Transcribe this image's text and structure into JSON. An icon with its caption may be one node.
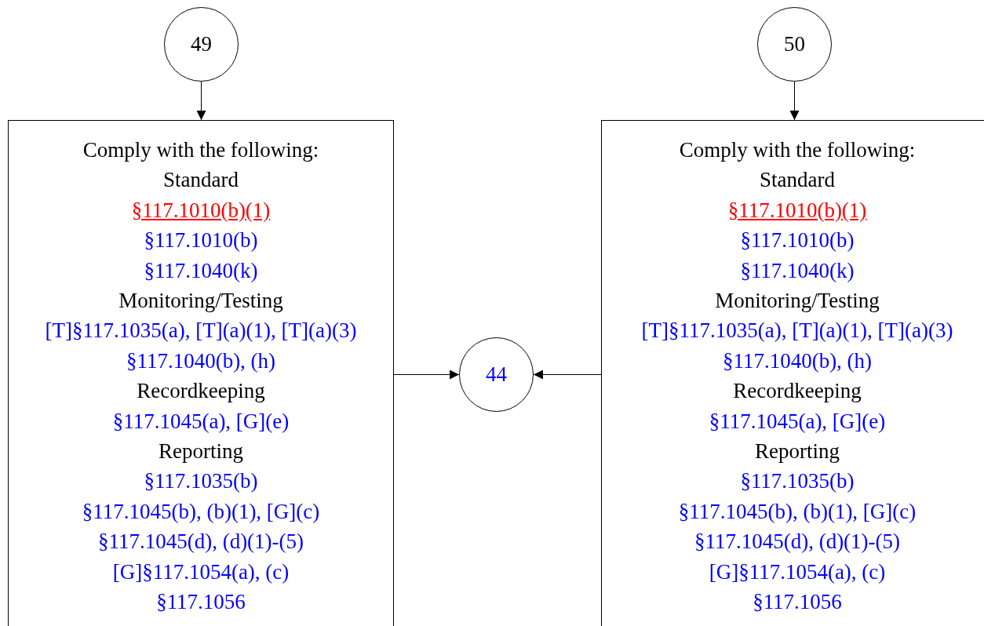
{
  "diagram": {
    "nodes": [
      {
        "text": [
          "49"
        ]
      },
      {
        "text": [
          "50"
        ]
      },
      {
        "text": [
          "Comply with the following:",
          "Standard",
          "§117.1010(b)(1)",
          "§117.1010(b)",
          "§117.1040(k)",
          "Monitoring/Testing",
          "[T]§117.1035(a), [T](a)(1), [T](a)(3)",
          "§117.1040(b), (h)",
          "Recordkeeping",
          "§117.1045(a), [G](e)",
          "Reporting",
          "§117.1035(b)",
          "§117.1045(b), (b)(1), [G](c)",
          "§117.1045(d), (d)(1)-(5)",
          "[G]§117.1054(a), (c)",
          "§117.1056"
        ]
      },
      {
        "text": [
          "44"
        ]
      },
      {
        "text": [
          "Comply with the following:",
          "Standard",
          "§117.1010(b)(1)",
          "§117.1010(b)",
          "§117.1040(k)",
          "Monitoring/Testing",
          "[T]§117.1035(a), [T](a)(1), [T](a)(3)",
          "§117.1040(b), (h)",
          "Recordkeeping",
          "§117.1045(a), [G](e)",
          "Reporting",
          "§117.1035(b)",
          "§117.1045(b), (b)(1), [G](c)",
          "§117.1045(d), (d)(1)-(5)",
          "[G]§117.1054(a), (c)",
          "§117.1056"
        ]
      }
    ],
    "edges": [
      {
        "from": 0,
        "to": 2,
        "arrow": "to"
      },
      {
        "from": 1,
        "to": 4,
        "arrow": "to"
      },
      {
        "from": 2,
        "to": 3,
        "arrow": "to"
      },
      {
        "from": 4,
        "to": 3,
        "arrow": "to"
      }
    ]
  }
}
